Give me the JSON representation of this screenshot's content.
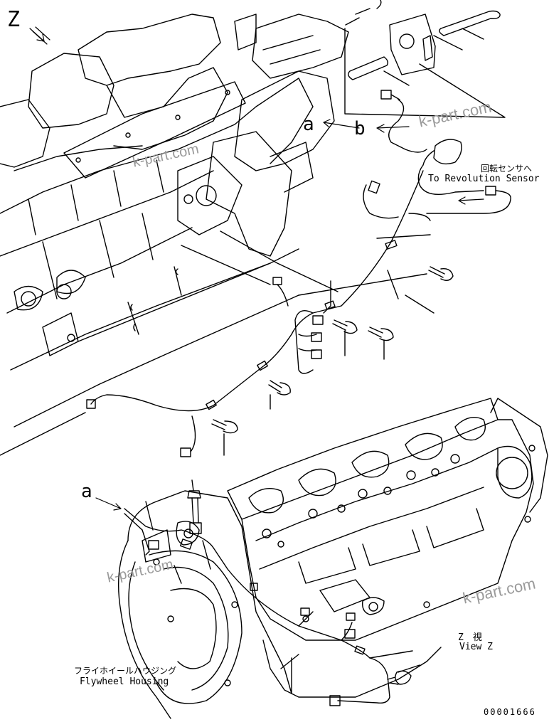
{
  "labels": {
    "view_letter": "Z",
    "callout_a_top": "a",
    "callout_b_top": "b",
    "callout_a_bottom": "a",
    "revolution_sensor_jp": "回転センサへ",
    "revolution_sensor_en": "To Revolution Sensor",
    "flywheel_housing_jp": "フライホイールハウジング",
    "flywheel_housing_en": "Flywheel Housing",
    "view_z_jp": "Z　視",
    "view_z_en": "View Z",
    "drawing_number": "00001666"
  },
  "watermarks": [
    "k-part.com",
    "k-part.com",
    "k-part.com",
    "k-part.com"
  ],
  "colors": {
    "ink": "#000000",
    "watermark": "#9a9a9a",
    "background": "#ffffff"
  }
}
